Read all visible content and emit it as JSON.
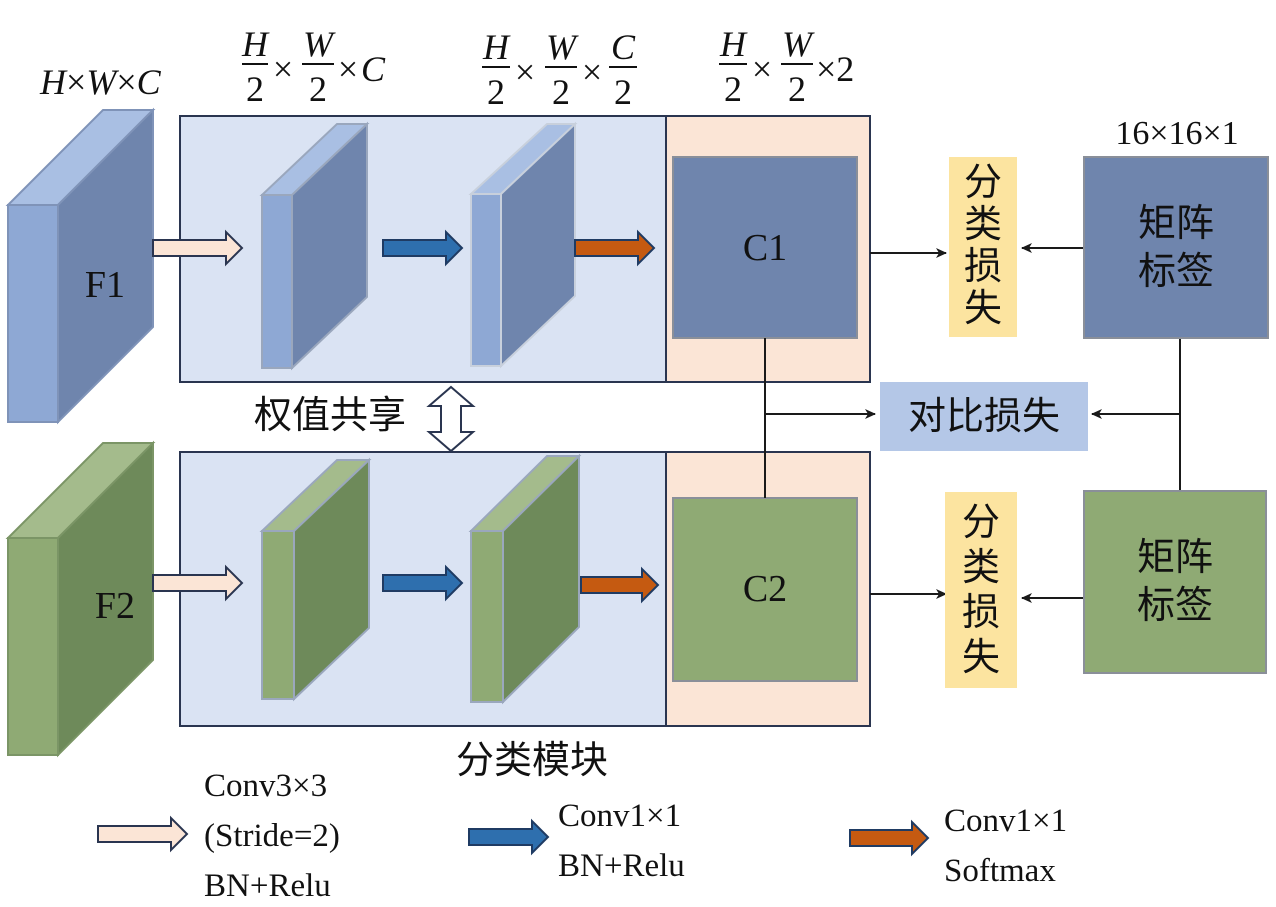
{
  "dims": {
    "input": {
      "H": "H",
      "times": "×",
      "W": "W",
      "C": "C"
    },
    "half_c": {
      "num_h": "H",
      "num_w": "W",
      "den": "2",
      "times": "×",
      "C": "C"
    },
    "quarter": {
      "num_h": "H",
      "num_w": "W",
      "num_c": "C",
      "den": "2",
      "times": "×"
    },
    "two": {
      "num_h": "H",
      "num_w": "W",
      "den": "2",
      "times": "×",
      "tail": "×2"
    },
    "label_size": "16×16×1"
  },
  "inputs": {
    "f1": "F1",
    "f2": "F2"
  },
  "outputs": {
    "c1": "C1",
    "c2": "C2"
  },
  "loss": {
    "cls_top": [
      "分",
      "类",
      "损",
      "失"
    ],
    "cls_bottom": [
      "分",
      "类",
      "损",
      "失"
    ],
    "contrast": "对比损失"
  },
  "labels": {
    "top": [
      "矩阵",
      "标签"
    ],
    "bottom": [
      "矩阵",
      "标签"
    ]
  },
  "weight_share": "权值共享",
  "module_caption": "分类模块",
  "legend": [
    {
      "lines": [
        "Conv3×3",
        "(Stride=2)",
        "BN+Relu"
      ],
      "color": "#fbe5d6"
    },
    {
      "lines": [
        "Conv1×1",
        "BN+Relu"
      ],
      "color": "#2e6fae"
    },
    {
      "lines": [
        "Conv1×1",
        "Softmax"
      ],
      "color": "#c55a11"
    }
  ],
  "colors": {
    "blue_front": "#6f85ad",
    "blue_light": "#8ea8d4",
    "green_front": "#6e8a5a",
    "green_light": "#8faa74",
    "module_bg": "#dae3f3",
    "output_bg": "#fbe5d6",
    "loss_bg": "#fce4a0",
    "contrast_bg": "#b4c7e7"
  }
}
